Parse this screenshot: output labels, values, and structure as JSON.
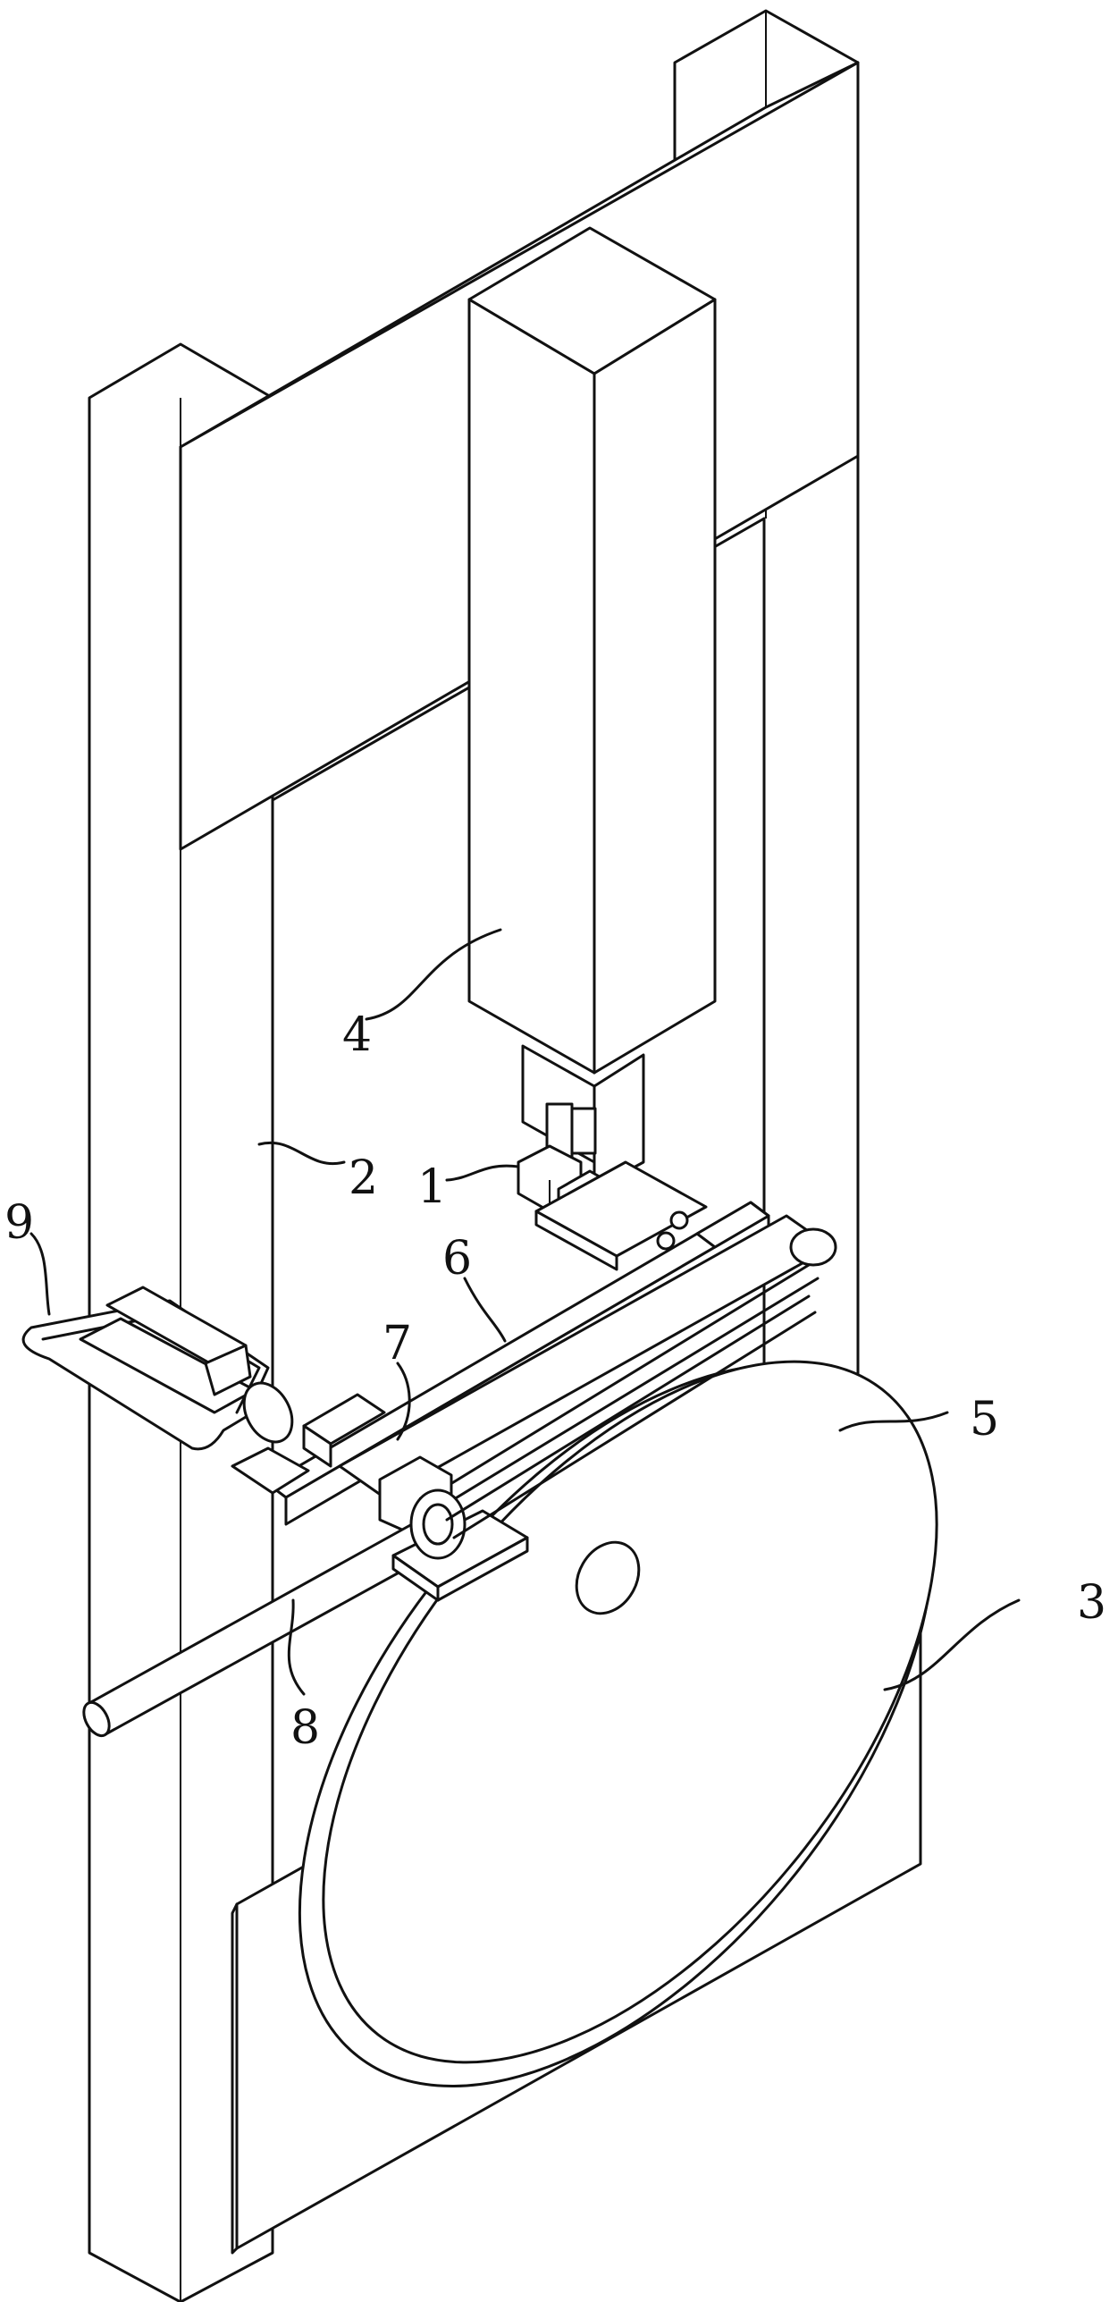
{
  "labels": {
    "l1": "1",
    "l2": "2",
    "l3": "3",
    "l4": "4",
    "l5": "5",
    "l6": "6",
    "l7": "7",
    "l8": "8",
    "l9": "9"
  },
  "colors": {
    "line": "#111111",
    "background": "#ffffff"
  }
}
